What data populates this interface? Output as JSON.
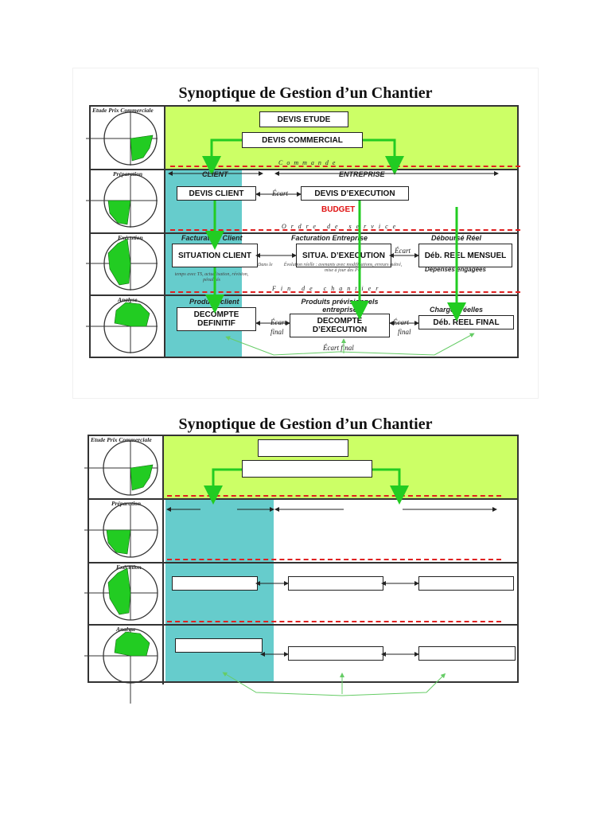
{
  "title": "Synoptique de Gestion d’un Chantier",
  "rows": [
    "Etude Prix Commerciale",
    "Préparation",
    "Exécution",
    "Analyse"
  ],
  "boxes": {
    "devis_etude": "DEVIS ETUDE",
    "devis_commercial": "DEVIS COMMERCIAL",
    "devis_client": "DEVIS CLIENT",
    "devis_execution": "DEVIS D’EXECUTION",
    "situation_client": "SITUATION CLIENT",
    "situa_execution": "SITUA. D’EXECUTION",
    "deb_reel_mensuel": "Déb. REEL MENSUEL",
    "decompte_definitif": "DECOMPTE DEFINITIF",
    "decompte_execution": "DECOMPTE D’EXECUTION",
    "deb_reel_final": "Déb. REEL FINAL"
  },
  "labels": {
    "client": "CLIENT",
    "entreprise": "ENTREPRISE",
    "budget": "BUDGET",
    "facturation_client": "Facturation Client",
    "facturation_entreprise": "Facturation Entreprise",
    "debourse_reel": "Déboursé Réel",
    "produits_client": "Produits client",
    "produits_previsionnels": "Produits prévisionnels entreprise",
    "charges_reelles": "Charges réelles",
    "depenses_engagees": "Dépenses engagées"
  },
  "dividers": {
    "commande": "Commande",
    "ordre_service": "Ordre de service",
    "fin_chantier": "Fin de chantier"
  },
  "ecart": {
    "ecart": "Écart",
    "ecart_final": "Écart final",
    "final": "final"
  },
  "notes": {
    "facturation_client_note": "temps avec TS, actualisation, révision, pénalités",
    "evolution_note": "Évolution réelle : avenants avec modifications, erreurs métré, mise à jour des PU",
    "dans_le": "Dans le"
  },
  "colors": {
    "green_band": "#ccff66",
    "teal_column": "#66cccc",
    "arrow_green": "#22cc22",
    "dash_red": "#e02020",
    "pie_green": "#22cc22"
  }
}
